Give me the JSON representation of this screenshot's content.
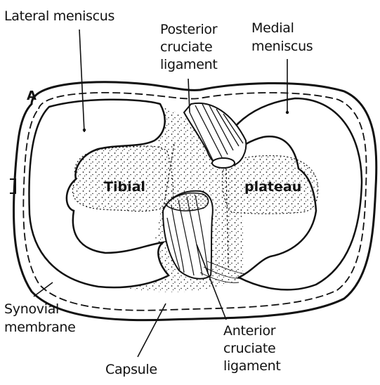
{
  "labels": {
    "lateral_meniscus": "Lateral meniscus",
    "posterior_cruciate": [
      "Posterior",
      "cruciate",
      "ligament"
    ],
    "medial_meniscus": [
      "Medial",
      "meniscus"
    ],
    "side_letter": "A",
    "tibial": "Tibial",
    "plateau": "plateau",
    "synovial_membrane": [
      "Synovial",
      "membrane"
    ],
    "anterior_cruciate": [
      "Anterior",
      "cruciate",
      "ligament"
    ],
    "capsule": "Capsule"
  },
  "colors": {
    "ink": "#111111",
    "paper": "#ffffff"
  }
}
